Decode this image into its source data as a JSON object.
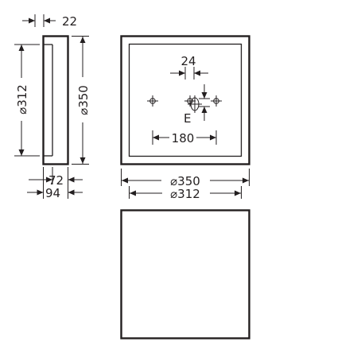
{
  "dimensions": {
    "thickness_top": "22",
    "height_outer_side": "⌀312",
    "height_inner_side": "⌀350",
    "depth_inner": "72",
    "depth_outer": "94",
    "hole_gap": "24",
    "hole_spacing": "180",
    "entry_mark": "E",
    "width_outer": "⌀350",
    "width_inner": "⌀312"
  },
  "colors": {
    "line": "#231f20",
    "background": "#ffffff"
  }
}
